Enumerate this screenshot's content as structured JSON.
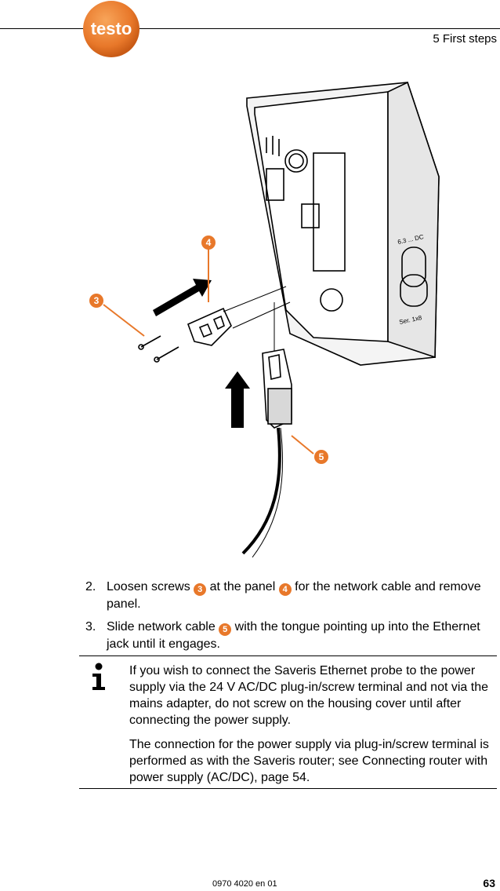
{
  "header": {
    "logo_text": "testo",
    "section_title": "5 First steps"
  },
  "figure": {
    "callouts": [
      "3",
      "4",
      "5"
    ],
    "device_labels": [
      "6.3 ... DC",
      "Ser. 1x8"
    ]
  },
  "steps": [
    {
      "number": "2.",
      "parts": [
        "Loosen screws ",
        "3",
        " at the panel ",
        "4",
        " for the network cable and remove panel."
      ]
    },
    {
      "number": "3.",
      "parts": [
        "Slide network cable ",
        "5",
        " with the tongue pointing up into the Ethernet jack until it engages."
      ]
    }
  ],
  "note": {
    "icon": "info-icon",
    "paragraphs": [
      "If you wish to connect the Saveris Ethernet probe to the power supply via the 24 V AC/DC plug-in/screw terminal and not via the mains adapter, do not screw on the housing cover until after connecting the power supply.",
      "The connection for the power supply via plug-in/screw terminal is performed as with the Saveris router; see Connecting router with power supply (AC/DC), page 54."
    ]
  },
  "footer": {
    "doc_code": "0970 4020 en 01",
    "page_number": "63"
  },
  "colors": {
    "brand_orange": "#e8782a",
    "text": "#000000"
  }
}
